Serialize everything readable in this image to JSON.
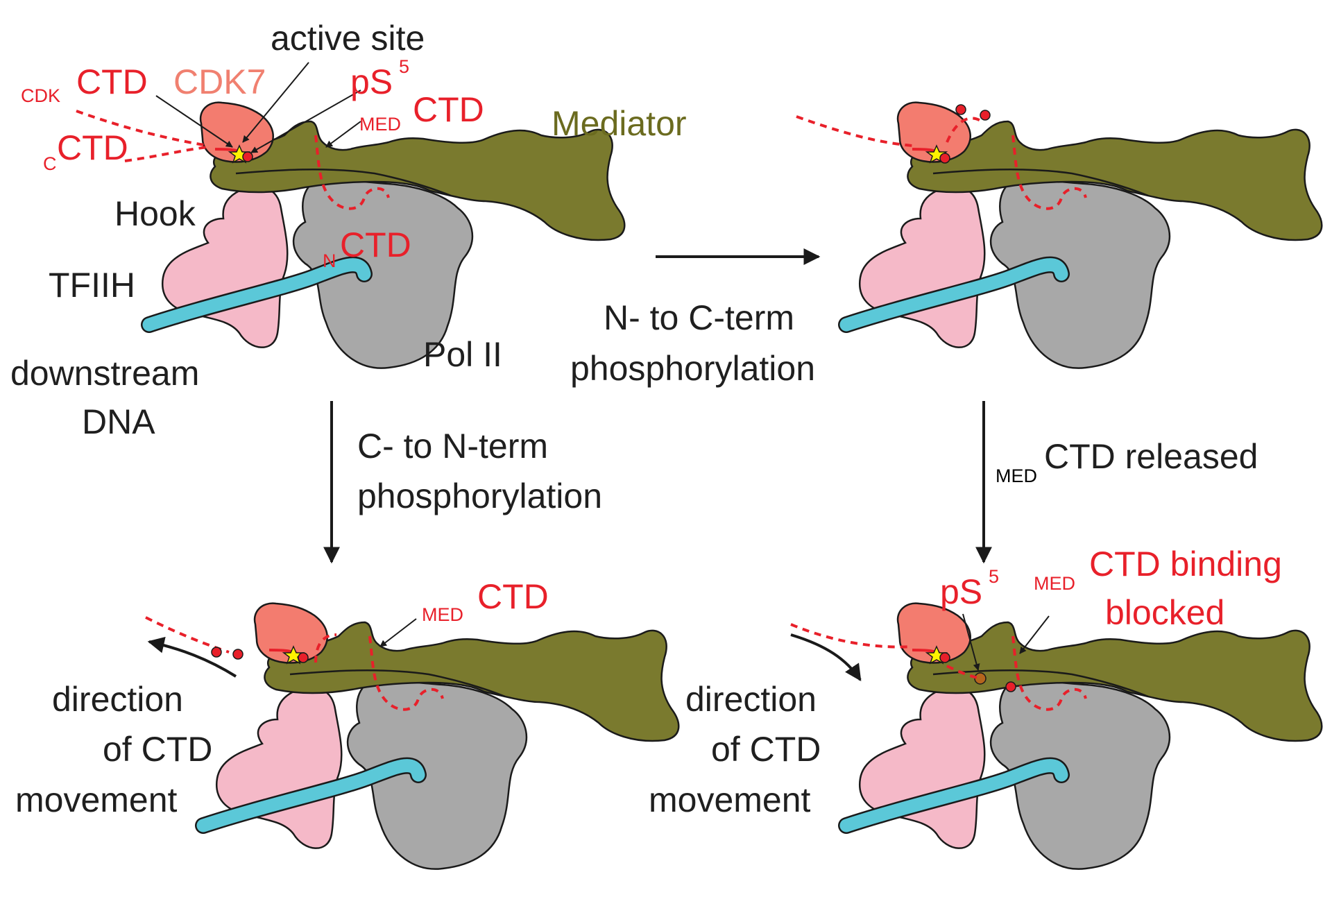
{
  "labels": {
    "active_site": "active site",
    "cdk_sub": "CDK",
    "ctd": "CTD",
    "cdk7": "CDK7",
    "ps": "pS",
    "ps_sup": "5",
    "med_sub": "MED",
    "c_sub": "C",
    "n_sub": "N",
    "mediator": "Mediator",
    "hook": "Hook",
    "tfiih": "TFIIH",
    "downstream": "downstream",
    "dna": "DNA",
    "pol2": "Pol II",
    "n_to_c_line1": "N- to C-term",
    "n_to_c_line2": "phosphorylation",
    "c_to_n_line1": "C- to N-term",
    "c_to_n_line2": "phosphorylation",
    "released_rest": "CTD released",
    "direction": "direction",
    "of_ctd": "of CTD",
    "movement": "movement",
    "binding_rest": "CTD binding",
    "blocked": "blocked"
  },
  "colors": {
    "mediator": "#7a7a2e",
    "pol2": "#a8a8a8",
    "tfiih": "#f5b9c8",
    "cdk7": "#f37c6f",
    "dna": "#5bc8d8",
    "ctd_red": "#e8202a",
    "star": "#fff200",
    "outline": "#1a1a1a"
  }
}
